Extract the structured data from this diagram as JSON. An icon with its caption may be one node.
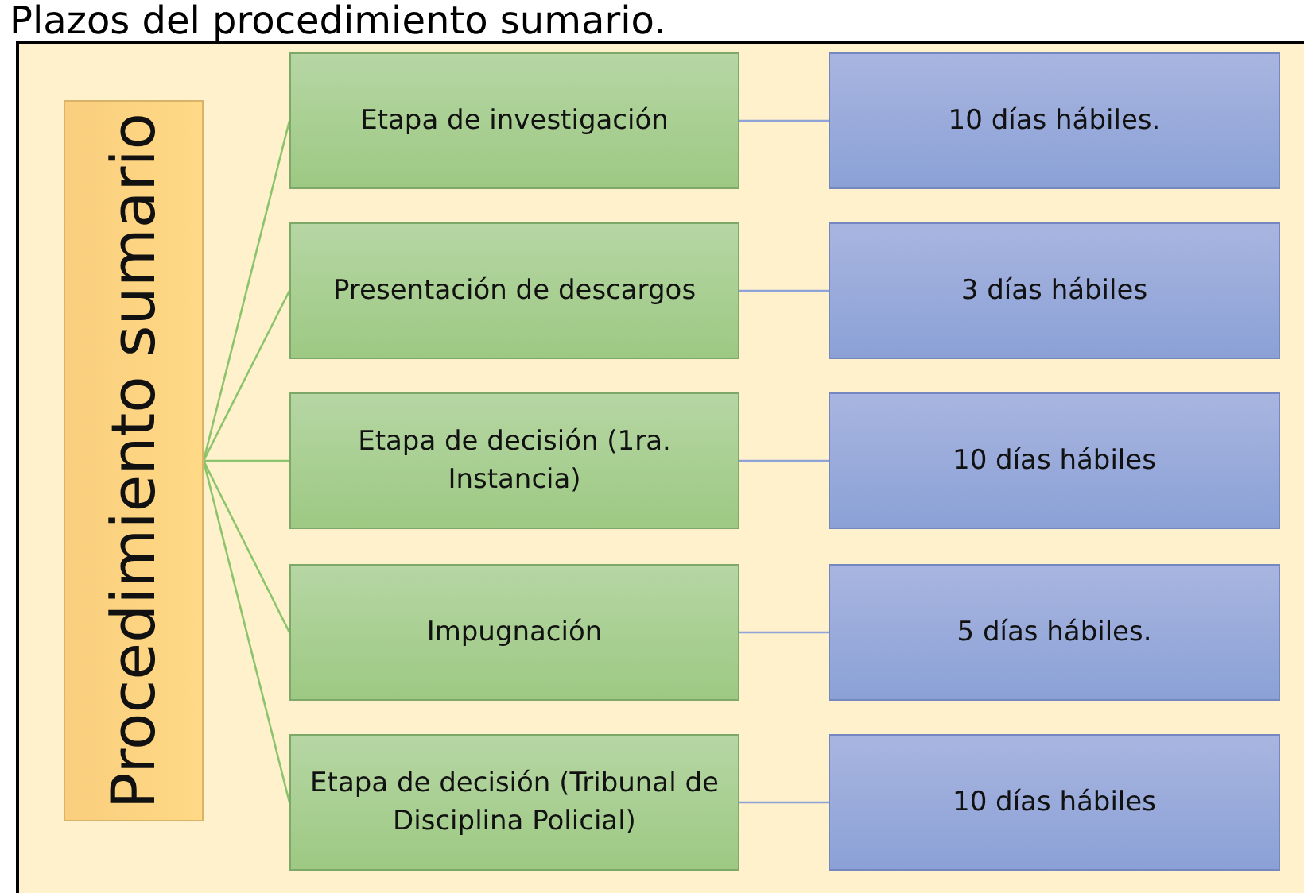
{
  "diagram": {
    "title": "Plazos del procedimiento sumario.",
    "nodes": [
      {
        "text": [
          "Procedimiento sumario"
        ]
      },
      {
        "text": [
          "Etapa de investigación"
        ]
      },
      {
        "text": [
          "10 días hábiles."
        ]
      },
      {
        "text": [
          "Presentación de descargos"
        ]
      },
      {
        "text": [
          "3 días hábiles"
        ]
      },
      {
        "text": [
          "Etapa de decisión (1ra. Instancia)"
        ]
      },
      {
        "text": [
          "10 días hábiles"
        ]
      },
      {
        "text": [
          "Impugnación"
        ]
      },
      {
        "text": [
          "5 días hábiles."
        ]
      },
      {
        "text": [
          "Etapa de decisión (Tribunal de Disciplina Policial)"
        ]
      },
      {
        "text": [
          "10 días hábiles"
        ]
      }
    ],
    "edges": [
      {
        "from": 0,
        "to": 1,
        "arrow": "none"
      },
      {
        "from": 0,
        "to": 3,
        "arrow": "none"
      },
      {
        "from": 0,
        "to": 5,
        "arrow": "none"
      },
      {
        "from": 0,
        "to": 7,
        "arrow": "none"
      },
      {
        "from": 0,
        "to": 9,
        "arrow": "none"
      },
      {
        "from": 1,
        "to": 2,
        "arrow": "none",
        "color": "#8ea3d6"
      },
      {
        "from": 3,
        "to": 4,
        "arrow": "none",
        "color": "#8ea3d6"
      },
      {
        "from": 5,
        "to": 6,
        "arrow": "none",
        "color": "#8ea3d6"
      },
      {
        "from": 7,
        "to": 8,
        "arrow": "none",
        "color": "#8ea3d6"
      },
      {
        "from": 9,
        "to": 10,
        "arrow": "none",
        "color": "#8ea3d6"
      }
    ]
  }
}
